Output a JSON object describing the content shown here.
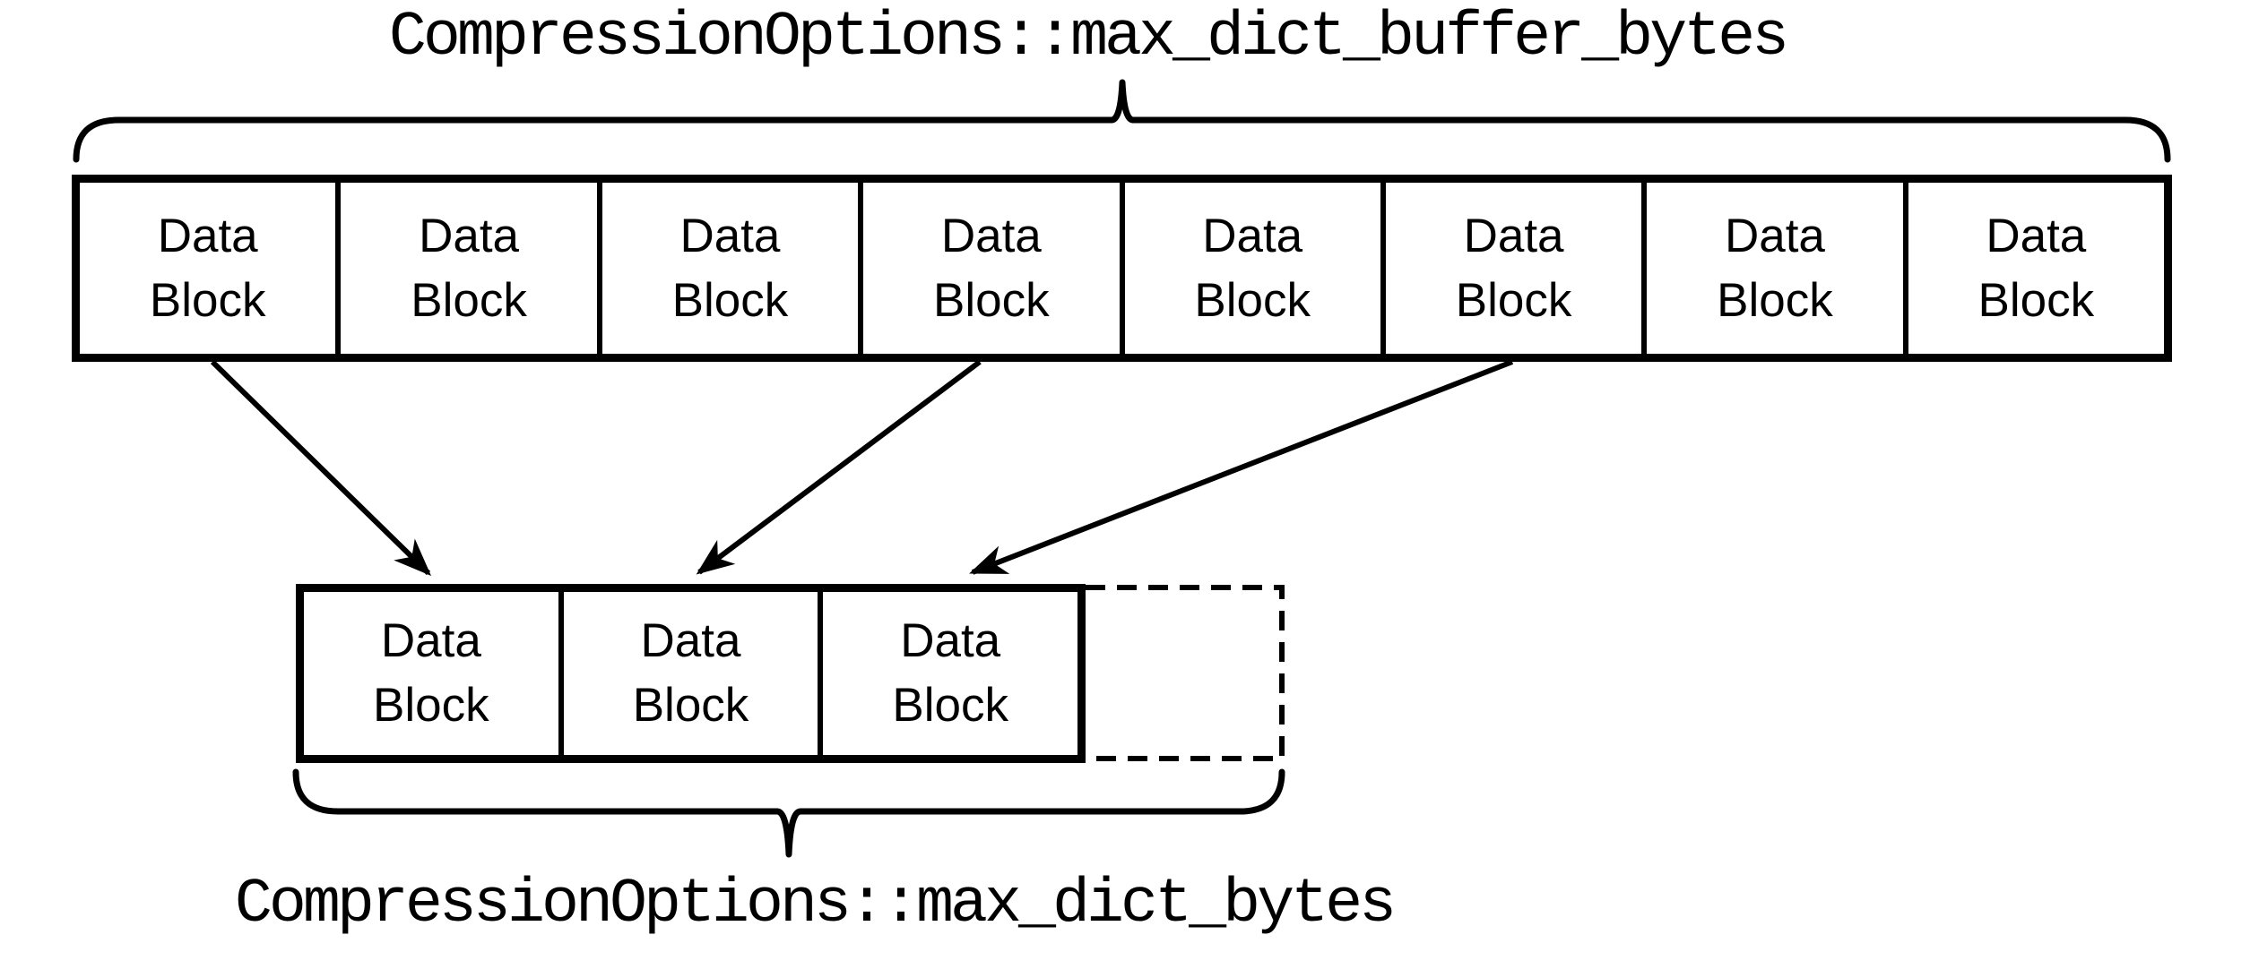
{
  "diagram": {
    "top_brace_label": "CompressionOptions::max_dict_buffer_bytes",
    "bottom_brace_label": "CompressionOptions::max_dict_bytes",
    "colors": {
      "ink": "#000000",
      "background": "#ffffff"
    },
    "top_row": {
      "blocks": [
        {
          "line1": "Data",
          "line2": "Block"
        },
        {
          "line1": "Data",
          "line2": "Block"
        },
        {
          "line1": "Data",
          "line2": "Block"
        },
        {
          "line1": "Data",
          "line2": "Block"
        },
        {
          "line1": "Data",
          "line2": "Block"
        },
        {
          "line1": "Data",
          "line2": "Block"
        },
        {
          "line1": "Data",
          "line2": "Block"
        },
        {
          "line1": "Data",
          "line2": "Block"
        }
      ]
    },
    "bottom_row": {
      "blocks": [
        {
          "line1": "Data",
          "line2": "Block"
        },
        {
          "line1": "Data",
          "line2": "Block"
        },
        {
          "line1": "Data",
          "line2": "Block"
        }
      ],
      "dashed_placeholder": {
        "present": true,
        "label": ""
      }
    },
    "arrows": [
      {
        "from": "top-row-block-1",
        "to": "bottom-row-block-1"
      },
      {
        "from": "top-row-block-4",
        "to": "bottom-row-block-2"
      },
      {
        "from": "top-row-block-6",
        "to": "bottom-row-block-3"
      }
    ]
  }
}
